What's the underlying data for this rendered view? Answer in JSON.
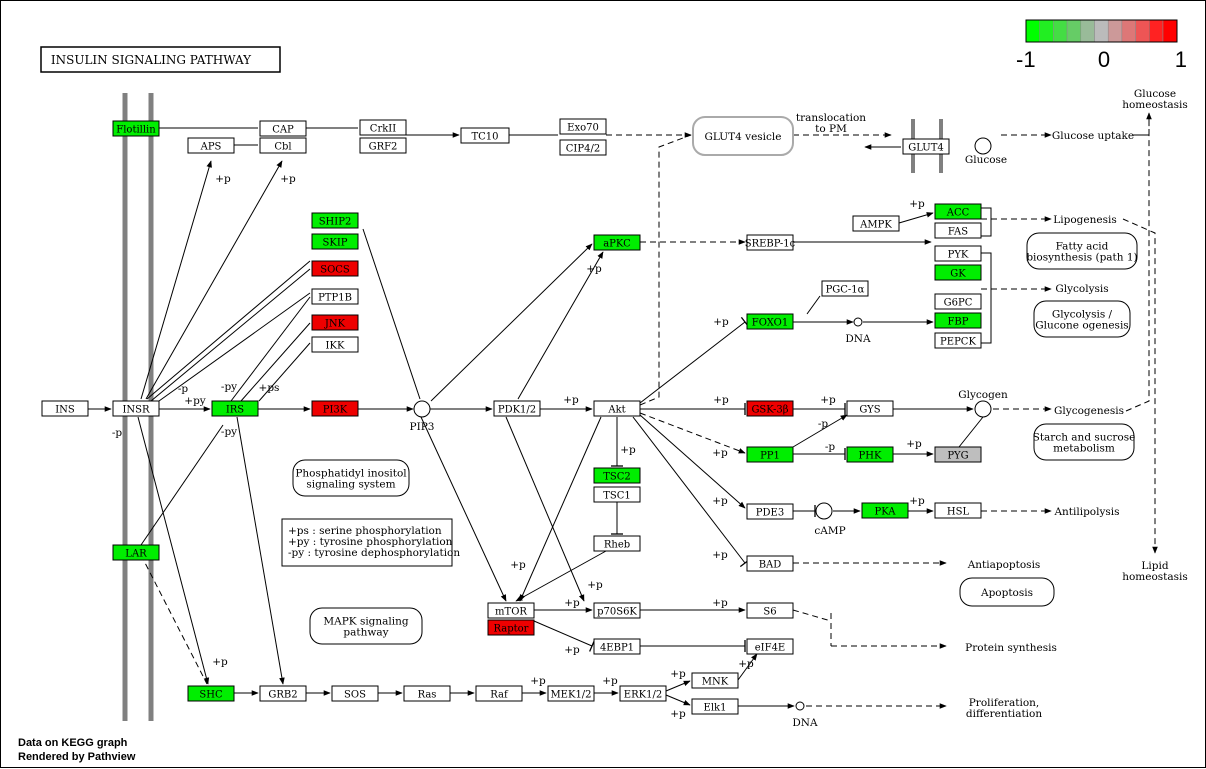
{
  "title": "INSULIN SIGNALING PATHWAY",
  "credits": [
    "Data on KEGG graph",
    "Rendered by Pathview"
  ],
  "legend": {
    "labels": [
      "-1",
      "0",
      "1"
    ],
    "colors": [
      "#00ff00",
      "#22ee22",
      "#44dd44",
      "#66cc66",
      "#99bb99",
      "#bbbbbb",
      "#cc9999",
      "#dd7777",
      "#ee5555",
      "#ff2222",
      "#ff0000"
    ]
  },
  "colors": {
    "green": "#00ee00",
    "red": "#ee0000",
    "gray": "#bebebe",
    "white": "#ffffff"
  },
  "genes": [
    {
      "id": "flotillin",
      "label": "Flotillin",
      "color": "green"
    },
    {
      "id": "cap",
      "label": "CAP",
      "color": "white"
    },
    {
      "id": "cbl",
      "label": "Cbl",
      "color": "white"
    },
    {
      "id": "aps",
      "label": "APS",
      "color": "white"
    },
    {
      "id": "crkii",
      "label": "CrkII",
      "color": "white"
    },
    {
      "id": "grf2",
      "label": "GRF2",
      "color": "white"
    },
    {
      "id": "tc10",
      "label": "TC10",
      "color": "white"
    },
    {
      "id": "exo70",
      "label": "Exo70",
      "color": "white"
    },
    {
      "id": "cip42",
      "label": "CIP4/2",
      "color": "white"
    },
    {
      "id": "glut4",
      "label": "GLUT4",
      "color": "white"
    },
    {
      "id": "ampk",
      "label": "AMPK",
      "color": "white"
    },
    {
      "id": "acc",
      "label": "ACC",
      "color": "green"
    },
    {
      "id": "fas",
      "label": "FAS",
      "color": "white"
    },
    {
      "id": "pyk",
      "label": "PYK",
      "color": "white"
    },
    {
      "id": "gk",
      "label": "GK",
      "color": "green"
    },
    {
      "id": "g6pc",
      "label": "G6PC",
      "color": "white"
    },
    {
      "id": "fbp",
      "label": "FBP",
      "color": "green"
    },
    {
      "id": "pepck",
      "label": "PEPCK",
      "color": "white"
    },
    {
      "id": "pgc1a",
      "label": "PGC-1α",
      "color": "white"
    },
    {
      "id": "ship2",
      "label": "SHIP2",
      "color": "green"
    },
    {
      "id": "skip",
      "label": "SKIP",
      "color": "green"
    },
    {
      "id": "socs",
      "label": "SOCS",
      "color": "red"
    },
    {
      "id": "ptp1b",
      "label": "PTP1B",
      "color": "white"
    },
    {
      "id": "jnk",
      "label": "JNK",
      "color": "red"
    },
    {
      "id": "ikk",
      "label": "IKK",
      "color": "white"
    },
    {
      "id": "apkc",
      "label": "aPKC",
      "color": "green"
    },
    {
      "id": "srebp1c",
      "label": "SREBP-1c",
      "color": "white"
    },
    {
      "id": "foxo1",
      "label": "FOXO1",
      "color": "green"
    },
    {
      "id": "ins",
      "label": "INS",
      "color": "white"
    },
    {
      "id": "insr",
      "label": "INSR",
      "color": "white"
    },
    {
      "id": "irs",
      "label": "IRS",
      "color": "green"
    },
    {
      "id": "pi3k",
      "label": "PI3K",
      "color": "red"
    },
    {
      "id": "pdk12",
      "label": "PDK1/2",
      "color": "white"
    },
    {
      "id": "akt",
      "label": "Akt",
      "color": "white"
    },
    {
      "id": "gsk3b",
      "label": "GSK-3β",
      "color": "red"
    },
    {
      "id": "gys",
      "label": "GYS",
      "color": "white"
    },
    {
      "id": "pp1",
      "label": "PP1",
      "color": "green"
    },
    {
      "id": "phk",
      "label": "PHK",
      "color": "green"
    },
    {
      "id": "pyg",
      "label": "PYG",
      "color": "gray"
    },
    {
      "id": "tsc2",
      "label": "TSC2",
      "color": "green"
    },
    {
      "id": "tsc1",
      "label": "TSC1",
      "color": "white"
    },
    {
      "id": "pde3",
      "label": "PDE3",
      "color": "white"
    },
    {
      "id": "pka",
      "label": "PKA",
      "color": "green"
    },
    {
      "id": "hsl",
      "label": "HSL",
      "color": "white"
    },
    {
      "id": "rheb",
      "label": "Rheb",
      "color": "white"
    },
    {
      "id": "bad",
      "label": "BAD",
      "color": "white"
    },
    {
      "id": "lar",
      "label": "LAR",
      "color": "green"
    },
    {
      "id": "mtor",
      "label": "mTOR",
      "color": "white"
    },
    {
      "id": "raptor",
      "label": "Raptor",
      "color": "red"
    },
    {
      "id": "p70s6k",
      "label": "p70S6K",
      "color": "white"
    },
    {
      "id": "s6",
      "label": "S6",
      "color": "white"
    },
    {
      "id": "ebp1",
      "label": "4EBP1",
      "color": "white"
    },
    {
      "id": "eif4e",
      "label": "eIF4E",
      "color": "white"
    },
    {
      "id": "shc",
      "label": "SHC",
      "color": "green"
    },
    {
      "id": "grb2",
      "label": "GRB2",
      "color": "white"
    },
    {
      "id": "sos",
      "label": "SOS",
      "color": "white"
    },
    {
      "id": "ras",
      "label": "Ras",
      "color": "white"
    },
    {
      "id": "raf",
      "label": "Raf",
      "color": "white"
    },
    {
      "id": "mek12",
      "label": "MEK1/2",
      "color": "white"
    },
    {
      "id": "erk12",
      "label": "ERK1/2",
      "color": "white"
    },
    {
      "id": "mnk",
      "label": "MNK",
      "color": "white"
    },
    {
      "id": "elk1",
      "label": "Elk1",
      "color": "white"
    }
  ],
  "pathway_boxes": [
    {
      "id": "glut4-vesicle",
      "lines": [
        "GLUT4 vesicle"
      ]
    },
    {
      "id": "fatty-acid",
      "lines": [
        "Fatty acid",
        "biosynthesis (path 1)"
      ]
    },
    {
      "id": "glycolysis-path",
      "lines": [
        "Glycolysis /",
        "Glucone ogenesis"
      ]
    },
    {
      "id": "starch",
      "lines": [
        "Starch and sucrose",
        "metabolism"
      ]
    },
    {
      "id": "phosphatidyl",
      "lines": [
        "Phosphatidyl inositol",
        "signaling system"
      ]
    },
    {
      "id": "apoptosis-path",
      "lines": [
        "Apoptosis"
      ]
    },
    {
      "id": "mapk",
      "lines": [
        "MAPK signaling",
        "pathway"
      ]
    }
  ],
  "key_box": [
    "+ps : serine phosphorylation",
    "+py : tyrosine phosphorylation",
    "-py : tyrosine dephosphorylation"
  ],
  "labels": {
    "translocation": [
      "translocation",
      "to PM"
    ],
    "glucose_homeostasis": [
      "Glucose",
      "homeostasis"
    ],
    "lipid_homeostasis": [
      "Lipid",
      "homeostasis"
    ],
    "glucose_uptake": "Glucose uptake",
    "glucose": "Glucose",
    "lipogenesis": "Lipogenesis",
    "glycolysis": "Glycolysis",
    "glycogen": "Glycogen",
    "glycogenesis": "Glycogenesis",
    "antilipolysis": "Antilipolysis",
    "antiapoptosis": "Antiapoptosis",
    "protein_synthesis": "Protein synthesis",
    "proliferation": [
      "Proliferation,",
      "differentiation"
    ],
    "camp": "cAMP",
    "pip3": "PIP3",
    "dna": "DNA",
    "dna2": "DNA",
    "p": "+p",
    "mp": "-p",
    "py": "+py",
    "mpy": "-py",
    "ps": "+ps"
  }
}
